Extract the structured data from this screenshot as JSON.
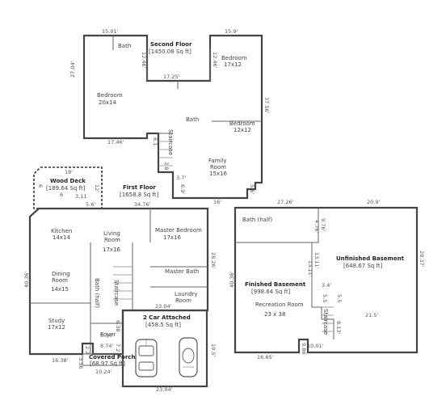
{
  "floors": {
    "second_title": "Second Floor",
    "second_area": "[1450.08 Sq ft]",
    "first_title": "First Floor",
    "first_area": "[1658.8 Sq ft]",
    "garage_title": "2 Car Attached",
    "garage_area": "[458.5 Sq ft]",
    "deck_title": "Wood Deck",
    "deck_area": "[189.64 Sq ft]",
    "porch_title": "Covered Porch",
    "porch_area": "[68.97 Sq ft]",
    "fin_base_title": "Finished Basement",
    "fin_base_area": "[998.64 Sq ft]",
    "unfin_base_title": "Unfinished Basement",
    "unfin_base_area": "[648.67 Sq ft]"
  },
  "rooms": {
    "bath_top": "Bath",
    "bedroom_l": "Bedroom",
    "bedroom_l_size": "20x14",
    "bedroom_tr": "Bedroom",
    "bedroom_tr_size": "17x12",
    "bath_mid": "Bath",
    "bedroom_r": "Bedroom",
    "bedroom_r_size": "12x12",
    "staircase_2": "Staircase",
    "family": "Family",
    "family_room": "Room",
    "family_size": "15x16",
    "kitchen": "Kitchen",
    "kitchen_size": "14x14",
    "living": "Living",
    "living_room": "Room",
    "living_size": "17x16",
    "master_bed": "Master Bedroom",
    "master_bed_size": "17x16",
    "master_bath": "Master Bath",
    "dining": "Dining",
    "dining_room": "Room",
    "dining_size": "14x15",
    "bath_half_1": "Bath (half)",
    "staircase_1": "Staircase",
    "laundry": "Laundry",
    "laundry_room": "Room",
    "study": "Study",
    "study_size": "17x12",
    "foyer": "Foyer",
    "bath_half_b": "Bath (half)",
    "recreation": "Recreation Room",
    "recreation_size": "23 x 38",
    "staircase_b": "Staircase"
  },
  "dims": {
    "d1": "15.01'",
    "d2": "15.9'",
    "d3": "12.46'",
    "d4": "12.46'",
    "d5": "17.25'",
    "d6": "27.04'",
    "d7": "37.56'",
    "d8": "17.46'",
    "d9": "6.1",
    "d10": "3.8",
    "d11": "3.7'",
    "d12": "6.9'",
    "d13": "16'",
    "d14": "5.6'",
    "d15": "18'",
    "d16": "12'",
    "d17": "6",
    "d18": "3.11",
    "d19": "6",
    "d20": "5.6'",
    "d21": "34.76'",
    "d22": "28.26'",
    "d23": "40.36'",
    "d24": "23.04'",
    "d25": "6.38",
    "d26": "8.74'",
    "d27": "8.74'",
    "d28": "7.2",
    "d29": "2.2",
    "d30": "16.38'",
    "d31": "3.56",
    "d32": "10.24'",
    "d33": "23.04'",
    "d34": "19.5'",
    "d35": "27.26'",
    "d36": "20.9'",
    "d37": "9.76'",
    "d38": "4.76'",
    "d39": "28.37'",
    "d40": "40.36'",
    "d41": "13.11'",
    "d42": "13.11'",
    "d43": "3.4'",
    "d44": "5.5",
    "d45": "5.5",
    "d46": "21.5'",
    "d47": "8.13'",
    "d48": "10.01'",
    "d49": "9.86",
    "d50": "16.65'"
  }
}
